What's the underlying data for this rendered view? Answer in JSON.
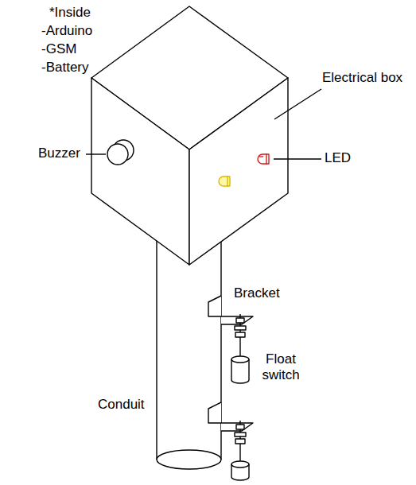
{
  "diagram": {
    "labels": [
      "*Inside",
      "-Arduino",
      "-GSM",
      "-Battery",
      "Electrical box",
      "Buzzer",
      "LED",
      "Bracket",
      "Float switch",
      "Conduit"
    ]
  }
}
